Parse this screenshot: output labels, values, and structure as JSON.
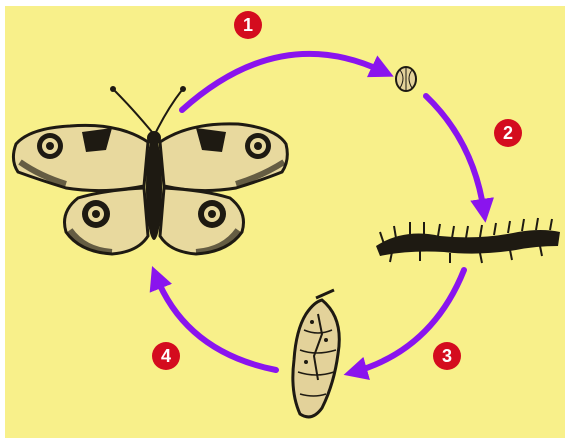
{
  "diagram": {
    "background_color": "#f8f08a",
    "arrow_color": "#8a14ee",
    "badge_color": "#d40c1e",
    "ink_color": "#1e1a12",
    "stages": [
      {
        "name": "butterfly",
        "icon": "butterfly-icon"
      },
      {
        "name": "egg",
        "icon": "egg-icon"
      },
      {
        "name": "caterpillar",
        "icon": "caterpillar-icon"
      },
      {
        "name": "pupa",
        "icon": "pupa-icon"
      }
    ],
    "steps": [
      {
        "label": "1"
      },
      {
        "label": "2"
      },
      {
        "label": "3"
      },
      {
        "label": "4"
      }
    ]
  }
}
